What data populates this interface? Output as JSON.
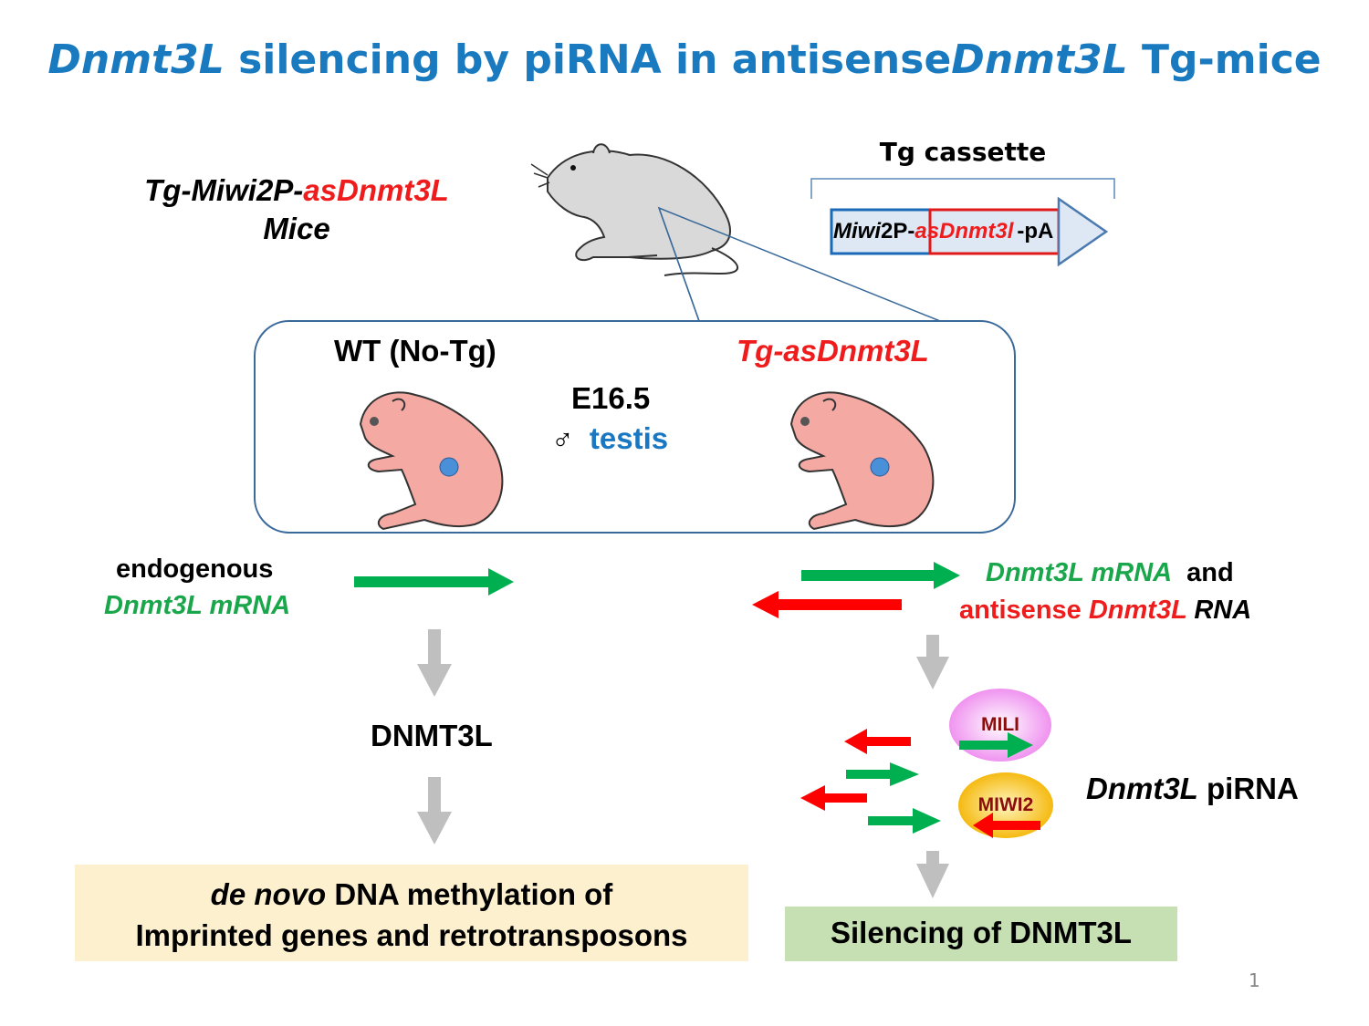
{
  "title": {
    "part1_italic": "Dnmt3L",
    "part2": " silencing by piRNA in antisense",
    "part3_italic": "Dnmt3L",
    "part4": " Tg-mice"
  },
  "mouse_label": {
    "line1_black": "Tg-Miwi2P-",
    "line1_red": "asDnmt3L",
    "line2": "Mice"
  },
  "cassette": {
    "title": "Tg cassette",
    "promoter_italic": "Miwi",
    "promoter_rest": "2P-",
    "insert": "asDnmt3l",
    "tail": "-pA"
  },
  "embryo_panel": {
    "wt_label": "WT (No-Tg)",
    "tg_label": "Tg-asDnmt3L",
    "stage": "E16.5",
    "male_symbol": "♂",
    "tissue": "testis"
  },
  "left_path": {
    "label_line1": "endogenous",
    "label_line2": "Dnmt3L mRNA",
    "protein": "DNMT3L",
    "outcome_line1_italic": "de novo",
    "outcome_line1_rest": " DNA methylation of",
    "outcome_line2": "Imprinted genes and retrotransposons"
  },
  "right_path": {
    "label_green": "Dnmt3L mRNA",
    "label_and": "and",
    "label_antisense": "antisense ",
    "label_red_italic": "Dnmt3L",
    "label_rna": " RNA",
    "protein1": "MILI",
    "protein2": "MIWI2",
    "pirna_italic": "Dnmt3L",
    "pirna_rest": " piRNA",
    "outcome": "Silencing of DNMT3L"
  },
  "colors": {
    "title_blue": "#1a7ac0",
    "sense_green": "#1aa64a",
    "antisense_red": "#ee1c1c",
    "gray_arrow": "#bfbfbf",
    "panel_border": "#3a6a9a",
    "outcome_left_bg": "#fdf0cf",
    "outcome_right_bg": "#c6e0b4"
  },
  "page_number": "1"
}
